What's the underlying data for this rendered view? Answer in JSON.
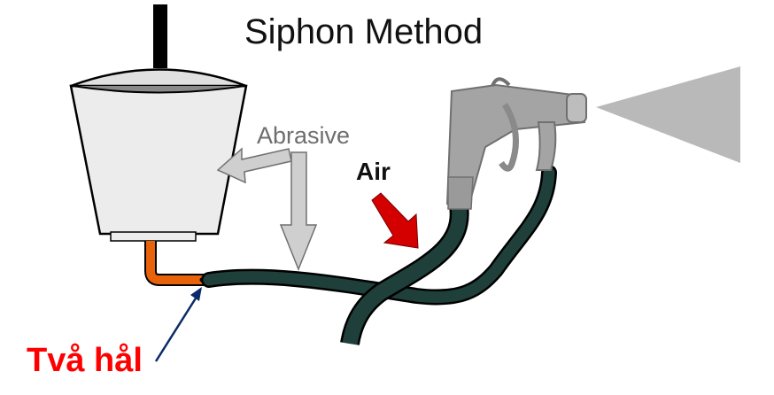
{
  "title": "Siphon Method",
  "labels": {
    "abrasive": "Abrasive",
    "air": "Air",
    "holes": "Två hål"
  },
  "colors": {
    "hose": "#1f3f3a",
    "gun": "#a4a4a4",
    "spray": "#b9b9b9",
    "air_arrow": "#d40000",
    "pickup_tube": "#e8620a",
    "holes_label": "#ff0000",
    "pointer_arrow": "#0a2a6a"
  },
  "icons": {
    "hopper": "abrasive-hopper-icon",
    "gun": "spray-gun-icon",
    "spray": "spray-cone-icon"
  }
}
